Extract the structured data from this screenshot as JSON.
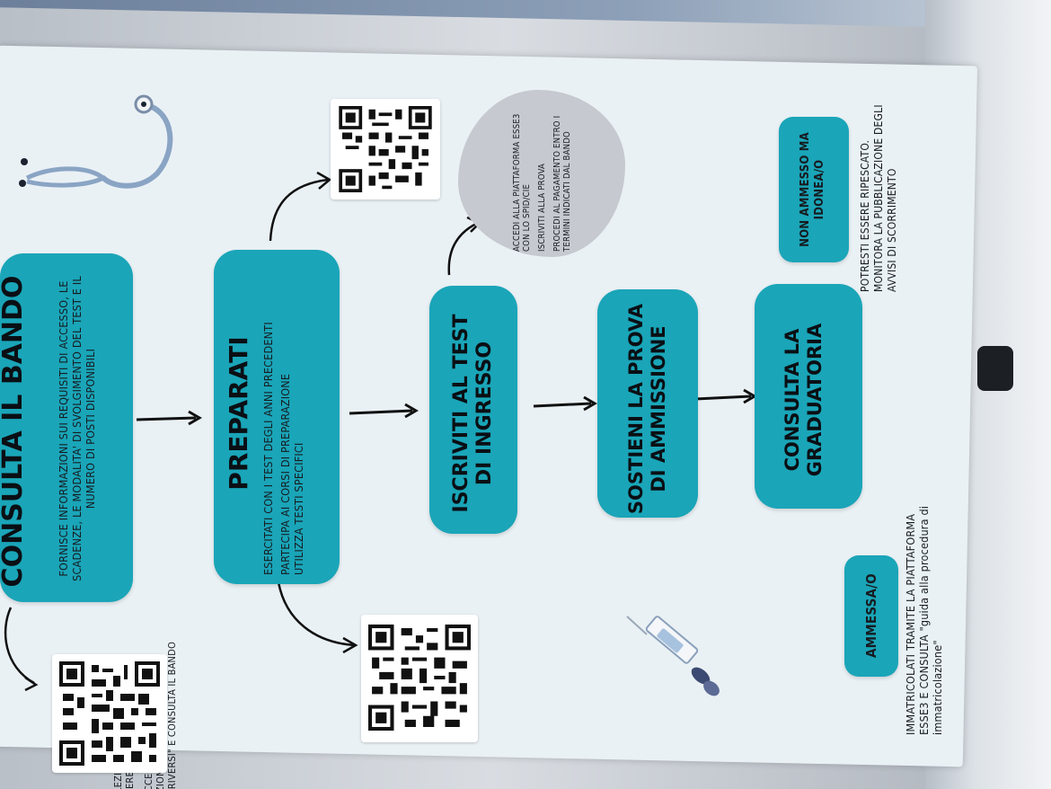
{
  "step1": {
    "title": "CONSULTA IL BANDO",
    "text": "FORNISCE INFORMAZIONI SUI REQUISITI DI ACCESSO, LE SCADENZE, LE MODALITA' DI SVOLGIMENTO DEL TEST E IL NUMERO DI POSTI DISPONIBILI",
    "bullets": [
      "SELEZIONA IL CORSO A CUI SEI INTERESSATO",
      "SUCCESSIVAMENTE VAI NELLA SEZIONE \"ISCRIVERSI\"-> COME ISCRIVERSI\" E CONSULTA IL BANDO"
    ]
  },
  "step2": {
    "title": "PREPARATI",
    "bullets": [
      "ESERCITATI CON I TEST DEGLI ANNI PRECEDENTI",
      "PARTECIPA AI CORSI DI PREPARAZIONE",
      "UTILIZZA TESTI SPECIFICI"
    ]
  },
  "step3": {
    "title": "ISCRIVITI AL TEST DI INGRESSO",
    "bullets": [
      "ACCEDI ALLA PIATTAFORMA ESSE3 CON LO SPID/CIE",
      "ISCRIVITI ALLA PROVA",
      "PROCEDI AL PAGAMENTO ENTRO I TERMINI INDICATI DAL BANDO"
    ]
  },
  "step4": {
    "title": "SOSTIENI LA PROVA DI AMMISSIONE"
  },
  "step5": {
    "title": "CONSULTA LA GRADUATORIA"
  },
  "outcome_not_admitted": {
    "label": "NON AMMESSO MA IDONEA/O",
    "text": "POTRESTI ESSERE RIPESCATO. MONITORA LA PUBBLICAZIONE DEGLI AVVISI DI SCORRIMENTO"
  },
  "outcome_admitted": {
    "label": "AMMESSA/O",
    "text": "IMMATRICOLATI TRAMITE LA PIATTAFORMA ESSE3 E CONSULTA \"guida alla procedura di immatricolazione\""
  },
  "icons": [
    "stethoscope-icon",
    "syringe-icon",
    "qr-code-icon"
  ],
  "colors": {
    "accent": "#1aa5b8",
    "poster": "#eaf1f5",
    "cloud": "#c6c9cf"
  }
}
